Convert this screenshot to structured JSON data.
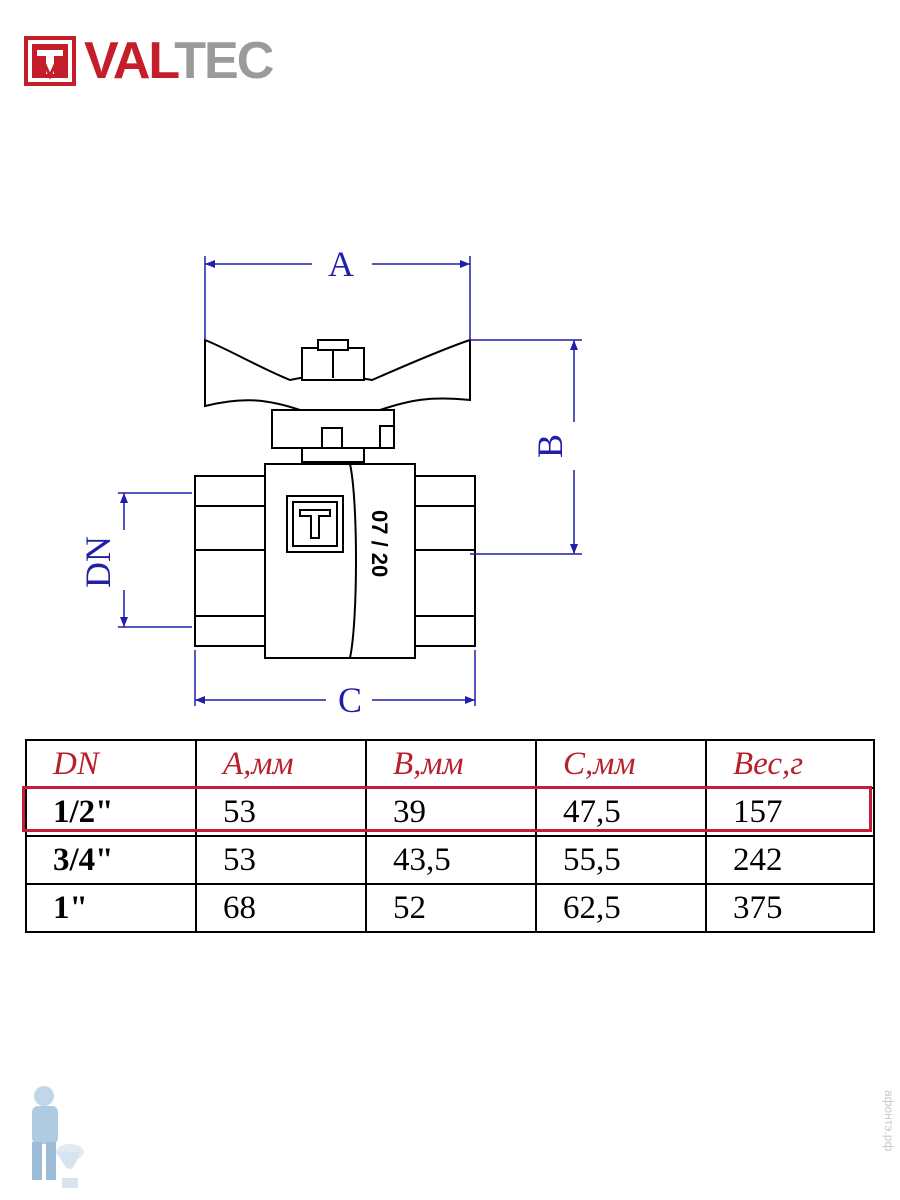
{
  "brand": {
    "name_part1": "VAL",
    "name_part2": "TEC",
    "primary_color": "#c41e2a",
    "secondary_color": "#9a9a9a"
  },
  "drawing": {
    "dimension_labels": {
      "a": "A",
      "b": "B",
      "c": "C",
      "dn": "DN"
    },
    "body_marking": "07 / 20",
    "dimension_color": "#1f1fa8"
  },
  "table": {
    "headers": [
      "DN",
      "A,мм",
      "B,мм",
      "C,мм",
      "Вес,г"
    ],
    "rows": [
      [
        "1/2\"",
        "53",
        "39",
        "47,5",
        "157"
      ],
      [
        "3/4\"",
        "53",
        "43,5",
        "55,5",
        "242"
      ],
      [
        "1\"",
        "68",
        "52",
        "62,5",
        "375"
      ]
    ],
    "highlighted_row": 0,
    "header_color": "#b8202c",
    "highlight_color": "#c41e3a"
  },
  "watermark": {
    "text": "афонтэ.рф"
  }
}
